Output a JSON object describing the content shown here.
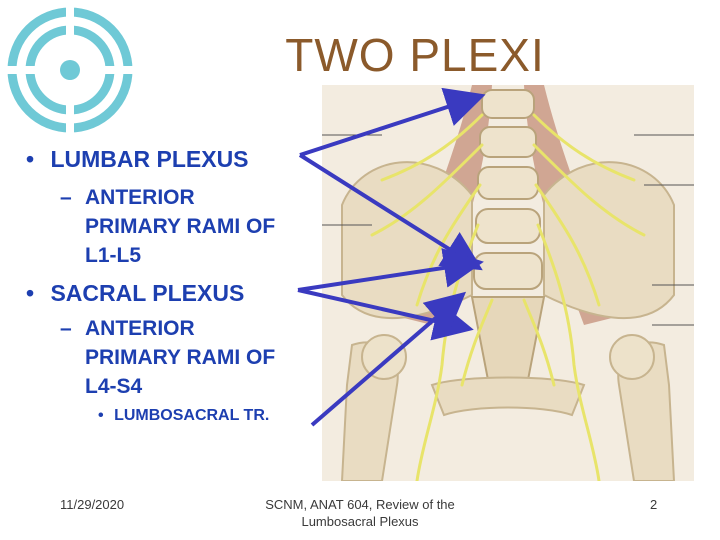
{
  "slide": {
    "title": "TWO PLEXI",
    "bullets": [
      {
        "text": "LUMBAR PLEXUS",
        "symbol": "•"
      },
      {
        "line1": "ANTERIOR",
        "line2": "PRIMARY RAMI OF",
        "line3": "L1-L5",
        "symbol": "–"
      },
      {
        "text": "SACRAL PLEXUS",
        "symbol": "•"
      },
      {
        "line1": "ANTERIOR",
        "line2": "PRIMARY RAMI OF",
        "line3": "L4-S4",
        "symbol": "–"
      },
      {
        "text": "LUMBOSACRAL TR.",
        "symbol": "•"
      }
    ],
    "footer": {
      "date": "11/29/2020",
      "center_line1": "SCNM, ANAT 604, Review of the",
      "center_line2": "Lumbosacral Plexus",
      "page": "2"
    }
  },
  "colors": {
    "title": "#8b5a2b",
    "bullet_text": "#1d3fb0",
    "arrow": "#3a3ac0",
    "logo": "#6fc9d6",
    "nerve": "#e8e46a",
    "bone": "#e9dcc2",
    "muscle": "#c48f7a"
  },
  "icons": {
    "logo": "stylized-circular-logo-icon"
  }
}
